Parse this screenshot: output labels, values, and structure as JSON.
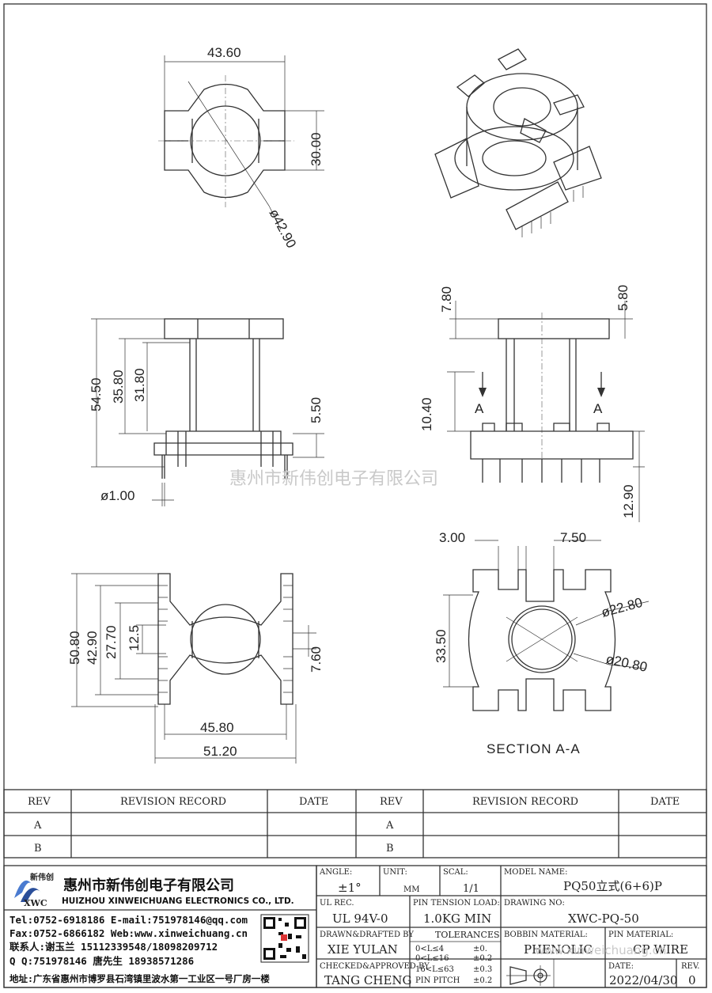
{
  "drawing": {
    "top_view": {
      "width": "43.60",
      "height": "30.00",
      "dia": "ø42.90"
    },
    "front_view": {
      "total_h": "54.50",
      "h1": "35.80",
      "h2": "31.80",
      "pin_len": "5.50",
      "pin_dia": "ø1.00"
    },
    "side_view": {
      "top_flange": "7.80",
      "top_flange_r": "5.80",
      "base": "10.40",
      "pins": "12.90",
      "section_mark": "A"
    },
    "bottom_view": {
      "h_total": "50.80",
      "h_pins": "42.90",
      "h_inner": "27.70",
      "slot": "12.5",
      "pitch": "7.60",
      "w_pins": "45.80",
      "w_total": "51.20"
    },
    "section_view": {
      "w_left": "3.00",
      "w_right": "7.50",
      "height": "33.50",
      "outer_dia": "ø22.80",
      "inner_dia": "ø20.80",
      "caption": "SECTION A-A"
    },
    "watermark": "惠州市新伟创电子有限公司"
  },
  "revision": {
    "headers": [
      "REV",
      "REVISION RECORD",
      "DATE",
      "REV",
      "REVISION RECORD",
      "DATE"
    ],
    "rows": [
      [
        "A",
        "",
        "",
        "A",
        "",
        ""
      ],
      [
        "B",
        "",
        "",
        "B",
        "",
        ""
      ]
    ]
  },
  "company": {
    "logo_text": "新伟创",
    "logo_sub": "XWC",
    "name_cn": "惠州市新伟创电子有限公司",
    "name_en": "HUIZHOU XINWEICHUANG ELECTRONICS CO., LTD.",
    "tel": "Tel:0752-6918186 E-mail:751978146@qq.com",
    "fax": "Fax:0752-6866182 Web:www.xinweichuang.cn",
    "contact": "联系人:谢玉兰 15112339548/18098209712",
    "qq": "Q Q:751978146   唐先生 18938571286",
    "address": "地址:广东省惠州市博罗县石湾镇里波水第一工业区一号厂房一楼"
  },
  "title_block": {
    "angle_label": "ANGLE:",
    "angle_value": "±1°",
    "unit_label": "UNIT:",
    "unit_value": "MM",
    "scale_label": "SCAL:",
    "scale_value": "1/1",
    "model_label": "MODEL NAME:",
    "model_value": "PQ50立式(6+6)P",
    "ul_label": "UL REC.",
    "ul_value": "UL 94V-0",
    "pin_tension_label": "PIN TENSION LOAD:",
    "pin_tension_value": "1.0KG MIN",
    "drawing_no_label": "DRAWING NO:",
    "drawing_no_value": "XWC-PQ-50",
    "drawn_label": "DRAWN&DRAFTED BY",
    "drawn_value": "XIE YULAN",
    "tolerances_label": "TOLERANCES",
    "tol_rows": [
      [
        "0<L≤4",
        "±0."
      ],
      [
        "0<L≤16",
        "±0.2"
      ],
      [
        "16<L≤63",
        "±0.3"
      ],
      [
        "PIN PITCH",
        "±0.2"
      ]
    ],
    "bobbin_label": "BOBBIN MATERIAL:",
    "bobbin_value": "PHENOLIC",
    "pin_mat_label": "PIN MATERIAL:",
    "pin_mat_value": "CP WIRE",
    "checked_label": "CHECKED&APPROVED BY",
    "checked_value": "TANG CHENG",
    "date_label": "DATE:",
    "date_value": "2022/04/30",
    "rev_label": "REV.",
    "rev_value": "0",
    "watermark_url": "www.xinweichuang.cn"
  }
}
